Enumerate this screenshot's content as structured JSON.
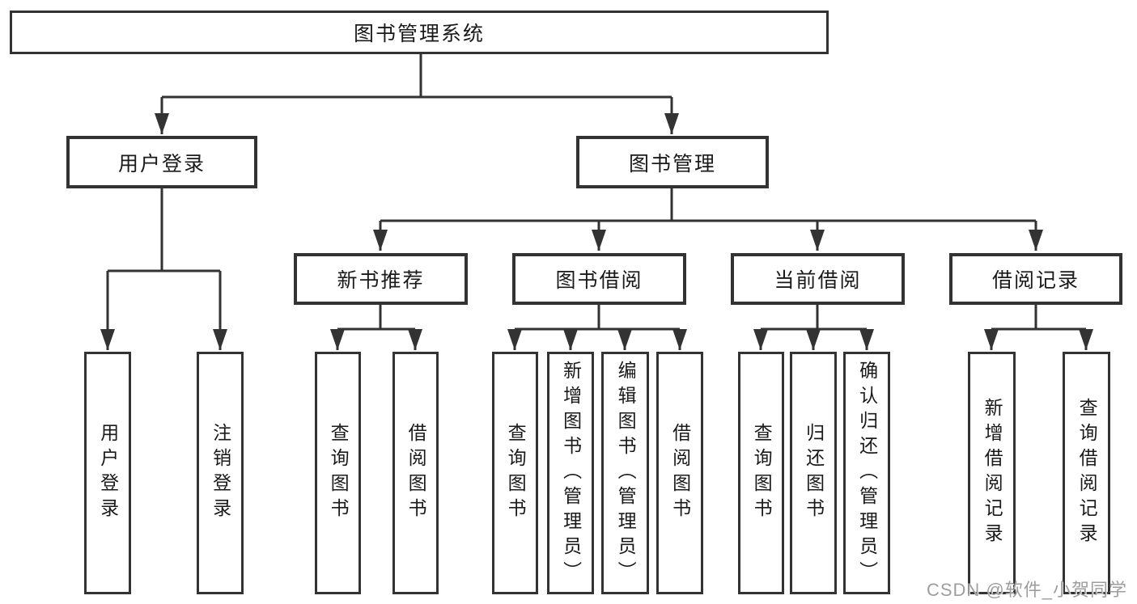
{
  "diagram": {
    "root": "图书管理系统",
    "level2": {
      "user_login": "用户登录",
      "book_mgmt": "图书管理"
    },
    "level3": {
      "new_book": "新书推荐",
      "book_borrow": "图书借阅",
      "current_borrow": "当前借阅",
      "borrow_records": "借阅记录"
    },
    "leaves": {
      "user_login_login": "用户登录",
      "user_login_logout": "注销登录",
      "new_book_query": "查询图书",
      "new_book_borrow": "借阅图书",
      "borrow_query": "查询图书",
      "borrow_add": "新增图书（管理员）",
      "borrow_edit": "编辑图书（管理员）",
      "borrow_borrow": "借阅图书",
      "current_query": "查询图书",
      "current_return": "归还图书",
      "current_confirm": "确认归还（管理员）",
      "records_add": "新增借阅记录",
      "records_query": "查询借阅记录"
    },
    "watermark": "CSDN @软件_小贺同学",
    "colors": {
      "line": "#333333",
      "text": "#1a1a1a",
      "watermark": "#9e9e9e",
      "background": "#ffffff"
    }
  }
}
